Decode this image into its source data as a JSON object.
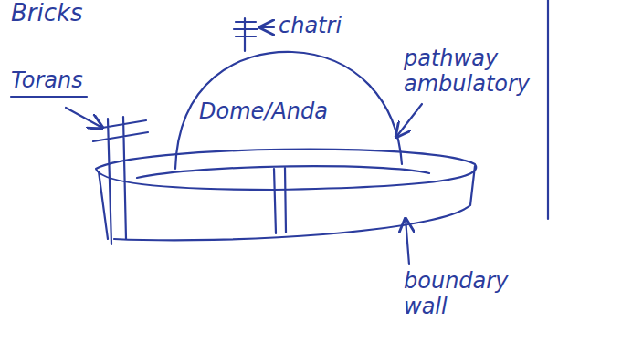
{
  "diagram": {
    "labels": [
      "Bricks",
      "chatri",
      "Torans",
      "Dome/Anda",
      "pathway ambulatory",
      "boundary wall"
    ]
  }
}
